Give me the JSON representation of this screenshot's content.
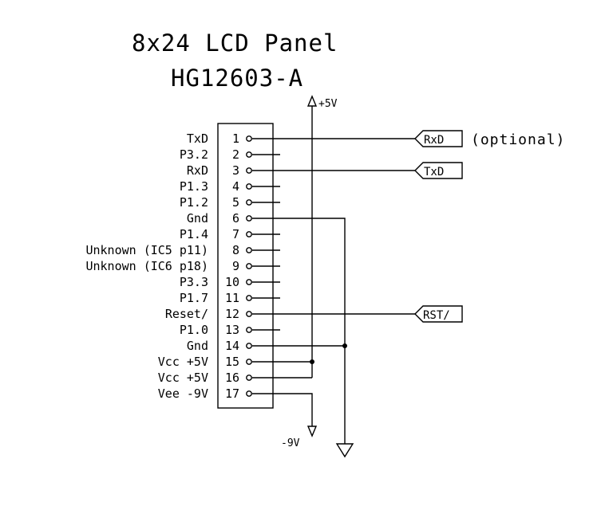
{
  "title": {
    "line1": "8x24 LCD Panel",
    "line2": "HG12603-A"
  },
  "pins": [
    {
      "number": "1",
      "name": "TxD"
    },
    {
      "number": "2",
      "name": "P3.2"
    },
    {
      "number": "3",
      "name": "RxD"
    },
    {
      "number": "4",
      "name": "P1.3"
    },
    {
      "number": "5",
      "name": "P1.2"
    },
    {
      "number": "6",
      "name": "Gnd"
    },
    {
      "number": "7",
      "name": "P1.4"
    },
    {
      "number": "8",
      "name": "Unknown (IC5 p11)"
    },
    {
      "number": "9",
      "name": "Unknown (IC6 p18)"
    },
    {
      "number": "10",
      "name": "P3.3"
    },
    {
      "number": "11",
      "name": "P1.7"
    },
    {
      "number": "12",
      "name": "Reset/"
    },
    {
      "number": "13",
      "name": "P1.0"
    },
    {
      "number": "14",
      "name": "Gnd"
    },
    {
      "number": "15",
      "name": "Vcc +5V"
    },
    {
      "number": "16",
      "name": "Vcc +5V"
    },
    {
      "number": "17",
      "name": "Vee -9V"
    }
  ],
  "nets": {
    "rxd_flag": "RxD",
    "txd_flag": "TxD",
    "rst_flag": "RST/",
    "optional_note": "(optional)",
    "plus5v": "+5V",
    "minus9v": "-9V"
  }
}
